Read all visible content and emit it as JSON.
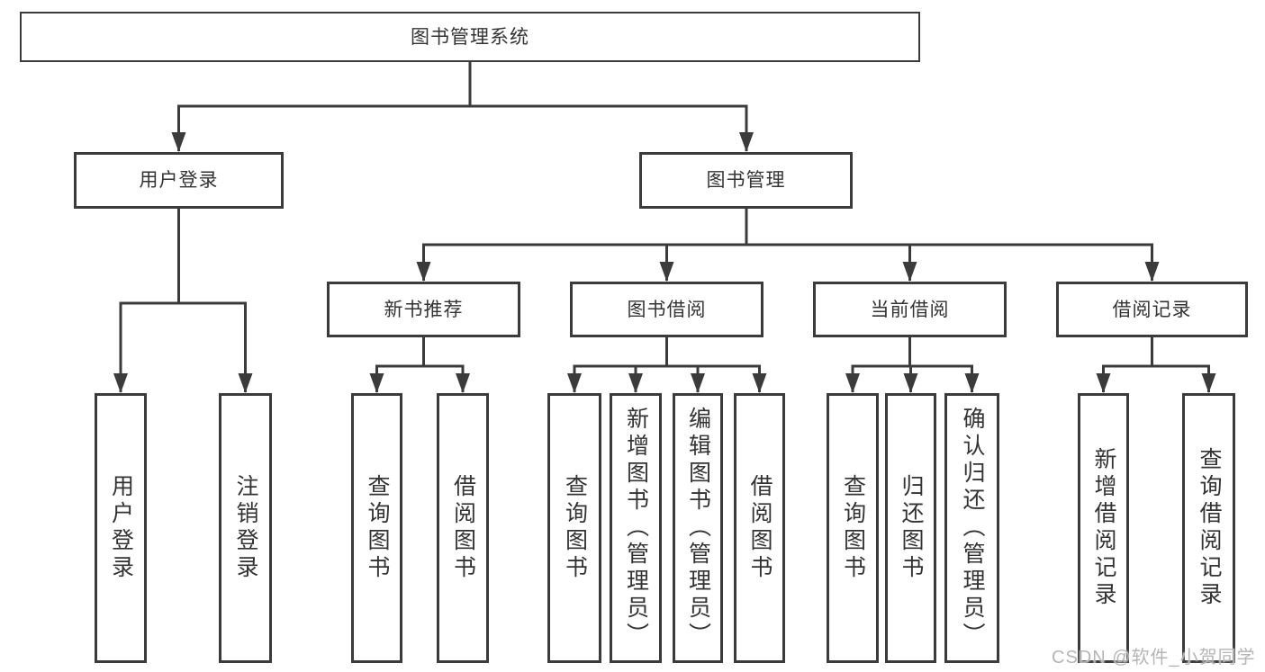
{
  "diagram": {
    "root": "图书管理系统",
    "user_login": {
      "label": "用户登录",
      "children": {
        "login": "用户登录",
        "logout": "注销登录"
      }
    },
    "book_mgmt": {
      "label": "图书管理",
      "children": {
        "new_book": {
          "label": "新书推荐",
          "children": {
            "query": "查询图书",
            "borrow": "借阅图书"
          }
        },
        "book_borrow": {
          "label": "图书借阅",
          "children": {
            "query": "查询图书",
            "add": "新增图书（管理员）",
            "edit": "编辑图书（管理员）",
            "borrow": "借阅图书"
          }
        },
        "current": {
          "label": "当前借阅",
          "children": {
            "query": "查询图书",
            "return": "归还图书",
            "confirm": "确认归还（管理员）"
          }
        },
        "records": {
          "label": "借阅记录",
          "children": {
            "add": "新增借阅记录",
            "query": "查询借阅记录"
          }
        }
      }
    }
  },
  "watermark": {
    "text": "CSDN @软件_小贺同学"
  },
  "colors": {
    "line": "#3b3b3b",
    "text": "#333333",
    "watermark": "#b5b5b5",
    "background": "#ffffff"
  }
}
